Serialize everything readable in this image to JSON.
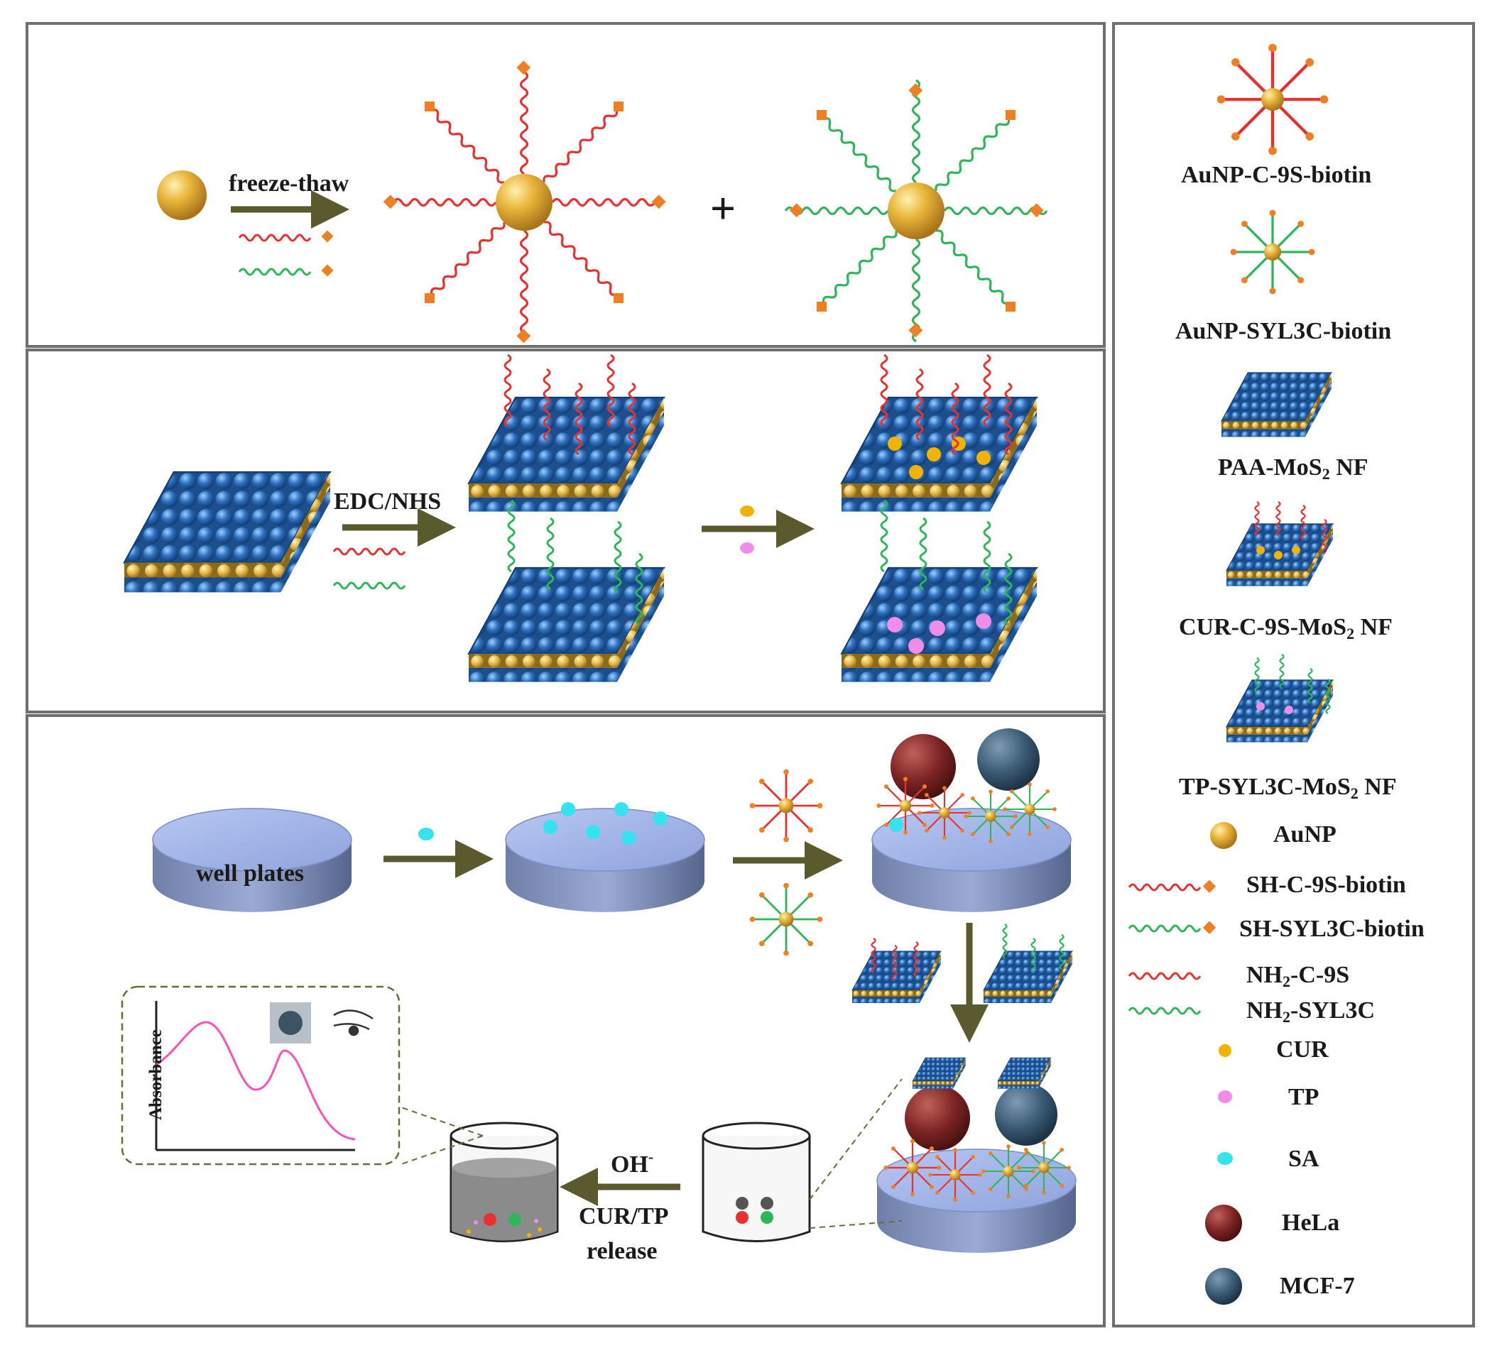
{
  "panel1": {
    "arrow_label": "freeze-thaw",
    "plus": "+"
  },
  "panel2": {
    "arrow_label": "EDC/NHS"
  },
  "panel3": {
    "well_label": "well plates",
    "release_label_top": "OH",
    "release_label_sup": "-",
    "release_label_line2": "CUR/TP",
    "release_label_line3": "release",
    "inset_ylabel": "Absorbance"
  },
  "legend": {
    "items": [
      {
        "label": "AuNP-C-9S-biotin"
      },
      {
        "label": "AuNP-SYL3C-biotin"
      },
      {
        "label_main": "PAA-MoS",
        "label_sub": "2",
        "label_tail": " NF"
      },
      {
        "label_main": "CUR-C-9S-MoS",
        "label_sub": "2",
        "label_tail": " NF"
      },
      {
        "label_main": "TP-SYL3C-MoS",
        "label_sub": "2",
        "label_tail": " NF"
      },
      {
        "label": "AuNP"
      },
      {
        "label": "SH-C-9S-biotin"
      },
      {
        "label": "SH-SYL3C-biotin"
      },
      {
        "label_main": "NH",
        "label_sub": "2",
        "label_tail": "-C-9S"
      },
      {
        "label_main": "NH",
        "label_sub": "2",
        "label_tail": "-SYL3C"
      },
      {
        "label": "CUR"
      },
      {
        "label": "TP"
      },
      {
        "label": "SA"
      },
      {
        "label": "HeLa"
      },
      {
        "label": "MCF-7"
      }
    ]
  },
  "colors": {
    "gold": "#e2a928",
    "red_strand": "#e8312f",
    "green_strand": "#2fb55a",
    "biotin": "#f07f22",
    "arrow": "#5a5a2e",
    "sheet_blue": "#2c6bb0",
    "sa_cyan": "#35e3ef",
    "tp_pink": "#ee8ee8",
    "hela": "#8a2a2a",
    "mcf7": "#3f5e78",
    "frame": "#6f6f6f"
  }
}
